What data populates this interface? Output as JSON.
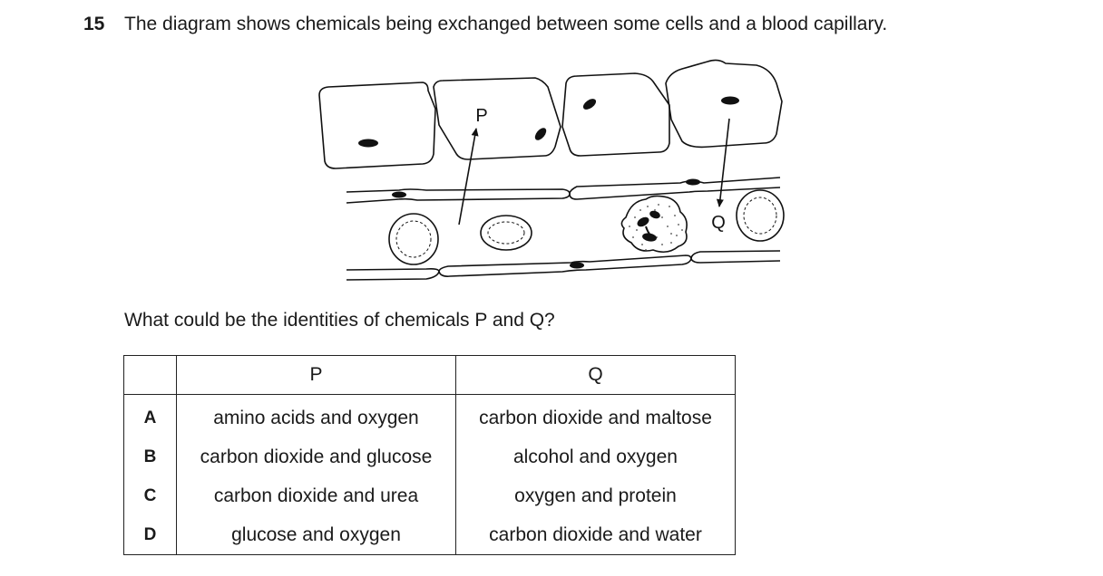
{
  "question": {
    "number": "15",
    "stem": "The diagram shows chemicals being exchanged between some cells and a blood capillary.",
    "prompt": "What could be the identities of chemicals P and Q?"
  },
  "diagram": {
    "label_p": "P",
    "label_q": "Q"
  },
  "table": {
    "headers": [
      "",
      "P",
      "Q"
    ],
    "rows": [
      {
        "key": "A",
        "p": "amino acids and oxygen",
        "q": "carbon dioxide and maltose"
      },
      {
        "key": "B",
        "p": "carbon dioxide and glucose",
        "q": "alcohol and oxygen"
      },
      {
        "key": "C",
        "p": "carbon dioxide and urea",
        "q": "oxygen and protein"
      },
      {
        "key": "D",
        "p": "glucose and oxygen",
        "q": "carbon dioxide and water"
      }
    ]
  }
}
